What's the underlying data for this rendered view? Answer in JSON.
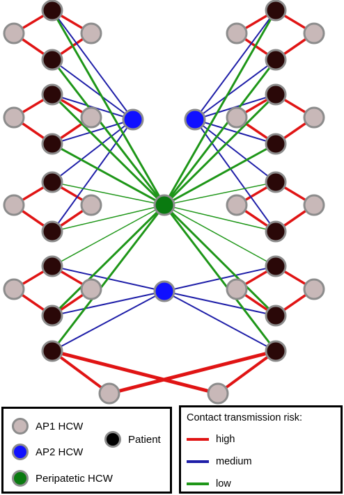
{
  "colors": {
    "ap1_fill": "#c8b8b8",
    "ap2_fill": "#1010ff",
    "peripatetic_fill": "#0a7a10",
    "patient_fill": "#2a0808",
    "node_stroke": "#8c8c8c",
    "risk_high": "#e01414",
    "risk_medium": "#1e1ea8",
    "risk_low": "#1e9618"
  },
  "legend": {
    "ap1_label": "AP1 HCW",
    "ap2_label": "AP2 HCW",
    "patient_label": "Patient",
    "peripatetic_label": "Peripatetic HCW",
    "risk_title": "Contact transmission risk:",
    "high_label": "high",
    "medium_label": "medium",
    "low_label": "low"
  }
}
